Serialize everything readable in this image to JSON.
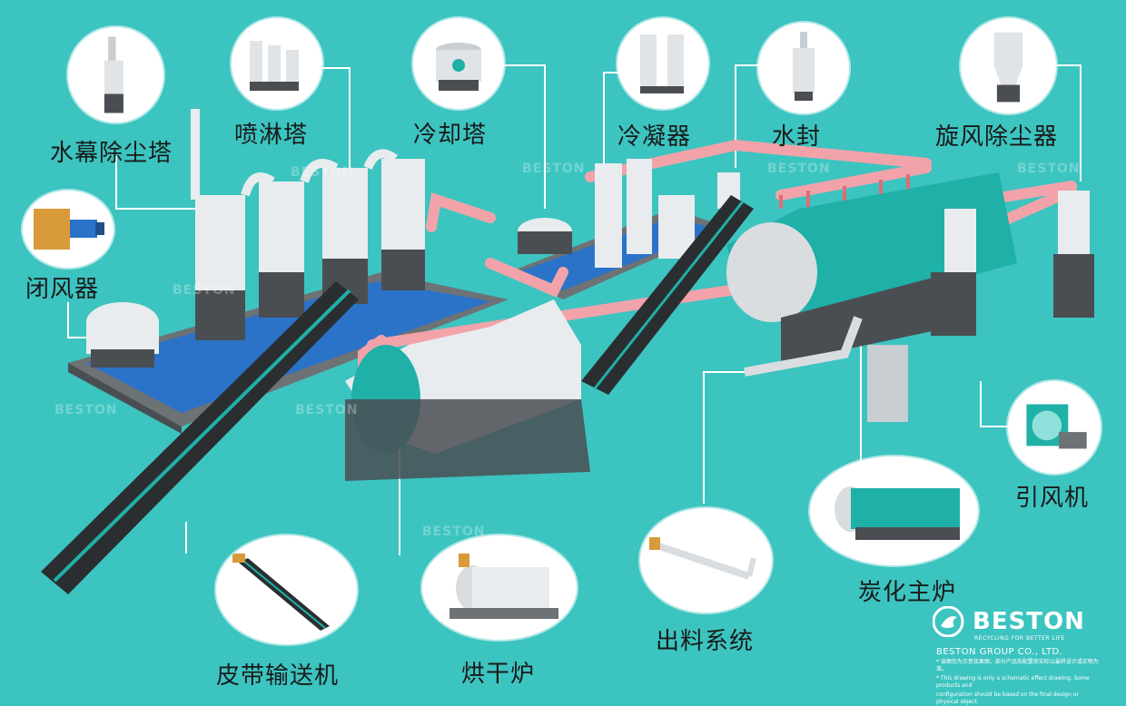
{
  "labels": {
    "water_curtain_tower": "水幕除尘塔",
    "spray_tower": "喷淋塔",
    "cooling_tower": "冷却塔",
    "condenser": "冷凝器",
    "water_seal": "水封",
    "cyclone_dust_collector": "旋风除尘器",
    "airlock_valve": "闭风器",
    "induced_draft_fan": "引风机",
    "carbonization_furnace": "炭化主炉",
    "discharge_system": "出料系统",
    "dryer": "烘干炉",
    "belt_conveyor": "皮带输送机"
  },
  "brand": {
    "wordmark": "BESTON",
    "tagline": "RECYCLING FOR BETTER LIFE",
    "company": "BESTON GROUP CO., LTD.",
    "note_cn": "* 该图仅为示意效果图，部分产品及配置依实际以最终设计或实物为准。",
    "note_en_1": "* This drawing is only a schematic effect drawing. Some products and",
    "note_en_2": "configuration should be based on the final design or physical object."
  },
  "watermark": "BESTON",
  "colors": {
    "background": "#3cc4c0",
    "pipe": "#f2a3aa",
    "steel": "#d9dde0",
    "dark_steel": "#4a4e52",
    "conveyor": "#2a2e30",
    "teal_accent": "#1fb0a8",
    "water": "#2a73c9"
  }
}
